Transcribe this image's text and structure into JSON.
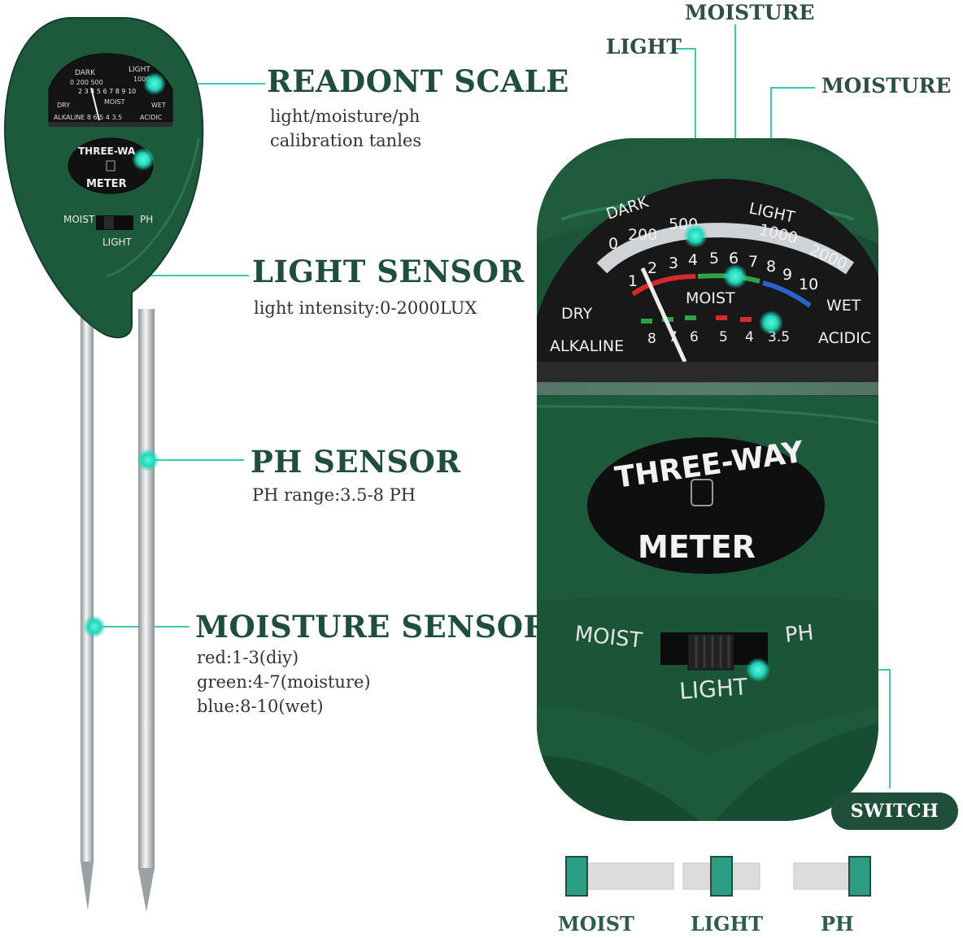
{
  "features": {
    "readout": {
      "title": "READONT SCALE",
      "lines": [
        "light/moisture/ph",
        "calibration tanles"
      ]
    },
    "light_sensor": {
      "title": "LIGHT SENSOR",
      "lines": [
        "light intensity:0-2000LUX"
      ]
    },
    "ph_sensor": {
      "title": "PH SENSOR",
      "lines": [
        "PH range:3.5-8 PH"
      ]
    },
    "moisture_sensor": {
      "title": "MOISTURE SENSOR",
      "lines": [
        "red:1-3(diy)",
        "green:4-7(moisture)",
        "blue:8-10(wet)"
      ]
    }
  },
  "closeup_callouts": {
    "light": "LIGHT",
    "moisture_top": "MOISTURE",
    "moisture_right": "MOISTURE",
    "switch": "SWITCH"
  },
  "meter": {
    "brand_top": "THREE-WAY",
    "brand_bottom": "METER",
    "dial": {
      "dark": "DARK",
      "light": "LIGHT",
      "lux_ticks": [
        "0",
        "200",
        "500",
        "1000",
        "2000"
      ],
      "moist_ticks": [
        "1",
        "2",
        "3",
        "4",
        "5",
        "6",
        "7",
        "8",
        "9",
        "10"
      ],
      "moist_label": "MOIST",
      "dry": "DRY",
      "wet": "WET",
      "alkaline": "ALKALINE",
      "acidic": "ACIDIC",
      "ph_ticks": [
        "8",
        "7",
        "6",
        "5",
        "4",
        "3.5"
      ]
    },
    "switch_labels": {
      "moist": "MOIST",
      "ph": "PH",
      "light": "LIGHT"
    }
  },
  "switch_positions": [
    {
      "label": "MOIST",
      "knob": "left"
    },
    {
      "label": "LIGHT",
      "knob": "center"
    },
    {
      "label": "PH",
      "knob": "right"
    }
  ],
  "colors": {
    "body_green": "#1d5a3c",
    "text_green": "#1f4f3a",
    "accent_teal": "#1fc9b0",
    "knob_teal": "#2a9d84",
    "scale_red": "#d8282a",
    "scale_green": "#2fa34a",
    "scale_blue": "#2a63c9"
  }
}
